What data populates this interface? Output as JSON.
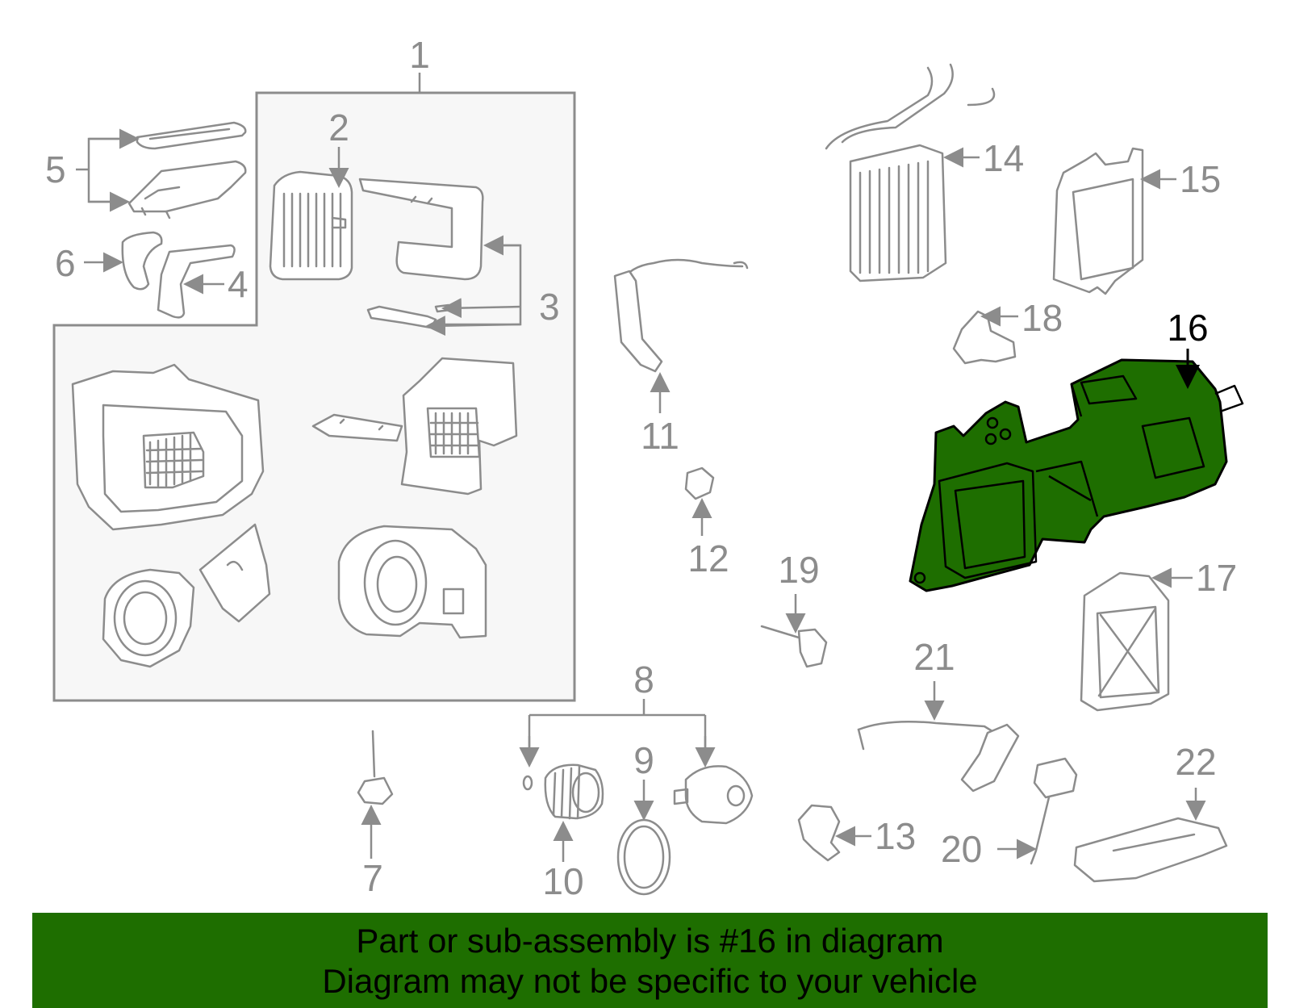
{
  "diagram": {
    "highlighted_part": "16",
    "highlight_color": "#1e6e00",
    "callouts": [
      "1",
      "2",
      "3",
      "4",
      "5",
      "6",
      "7",
      "8",
      "9",
      "10",
      "11",
      "12",
      "13",
      "14",
      "15",
      "16",
      "17",
      "18",
      "19",
      "20",
      "21",
      "22"
    ]
  },
  "banner": {
    "line1": "Part or sub-assembly is #16 in diagram",
    "line2": "Diagram may not be specific to your vehicle",
    "background": "#1e6e00"
  }
}
